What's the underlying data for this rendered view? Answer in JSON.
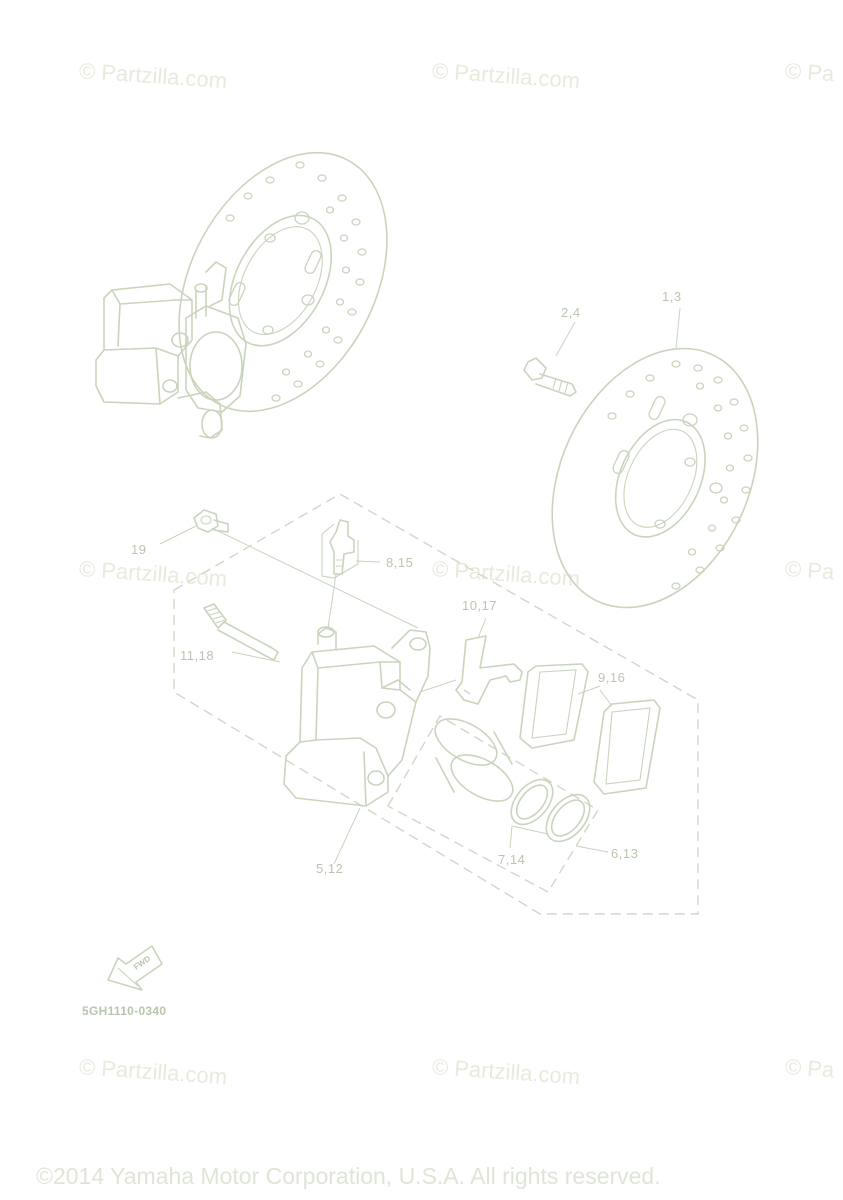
{
  "watermark": "© Partzilla.com",
  "watermark_partial": "© Pa",
  "callouts": {
    "c1": "1,3",
    "c2": "2,4",
    "c3": "19",
    "c4": "8,15",
    "c5": "10,17",
    "c6": "11,18",
    "c7": "9,16",
    "c8": "5,12",
    "c9": "7,14",
    "c10": "6,13"
  },
  "fwd_label": "FWD",
  "diagram_code": "5GH1110-0340",
  "copyright": "©2014 Yamaha Motor Corporation, U.S.A. All rights reserved."
}
